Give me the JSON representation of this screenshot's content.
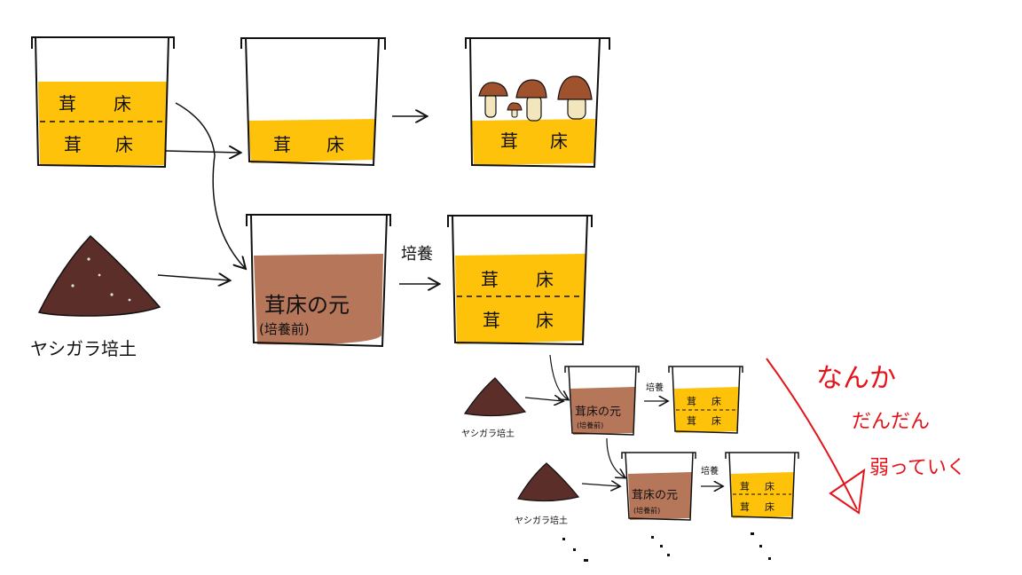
{
  "labels": {
    "bed": "茸床",
    "bed_split": [
      "茸",
      "床"
    ],
    "base": "茸床の元",
    "pre_culture": "(培養前)",
    "culture": "培養",
    "substrate": "ヤシガラ培土",
    "note_line1": "なんか",
    "note_line2": "だんだん",
    "note_line3": "弱っていく"
  },
  "colors": {
    "bed_fill": "#ffc20a",
    "base_fill": "#b5765a",
    "substrate_fill": "#5c2e2a",
    "mushroom_cap": "#a0512d",
    "mushroom_stem": "#f3e6bd",
    "note_red": "#e3141b",
    "outline": "#111111"
  },
  "icons": [
    "jar-icon",
    "mushroom-icon",
    "soil-pile-icon",
    "arrow-icon"
  ]
}
